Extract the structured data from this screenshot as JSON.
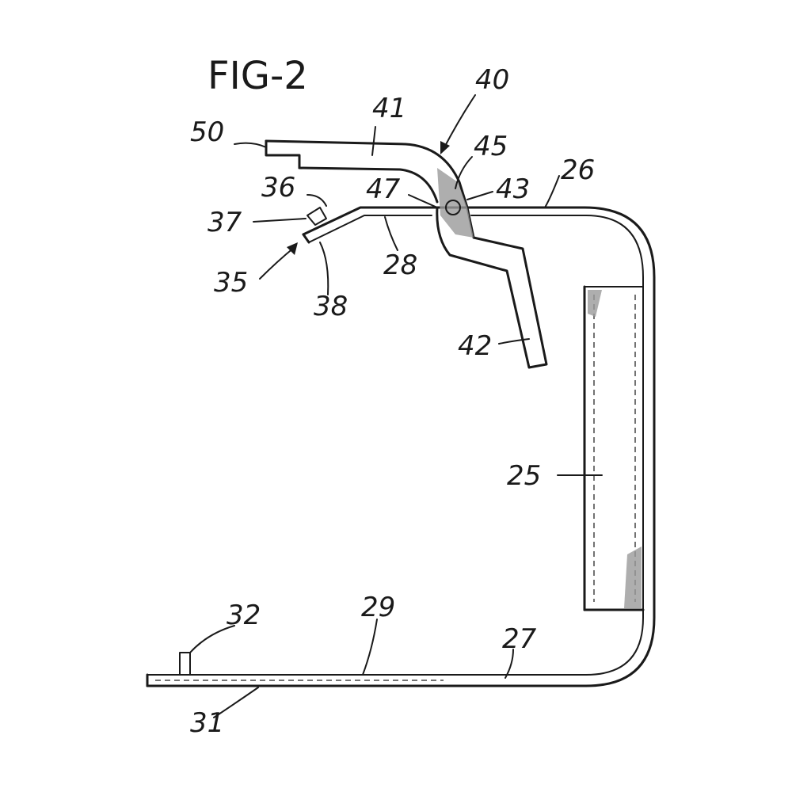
{
  "figure": {
    "title": "FIG-2"
  },
  "references": {
    "r25": "25",
    "r26": "26",
    "r27": "27",
    "r28": "28",
    "r29": "29",
    "r31": "31",
    "r32": "32",
    "r35": "35",
    "r36": "36",
    "r37": "37",
    "r38": "38",
    "r40": "40",
    "r41": "41",
    "r42": "42",
    "r43": "43",
    "r45": "45",
    "r47": "47",
    "r50": "50"
  },
  "colors": {
    "ink": "#1a1a1a",
    "paper": "#ffffff"
  }
}
